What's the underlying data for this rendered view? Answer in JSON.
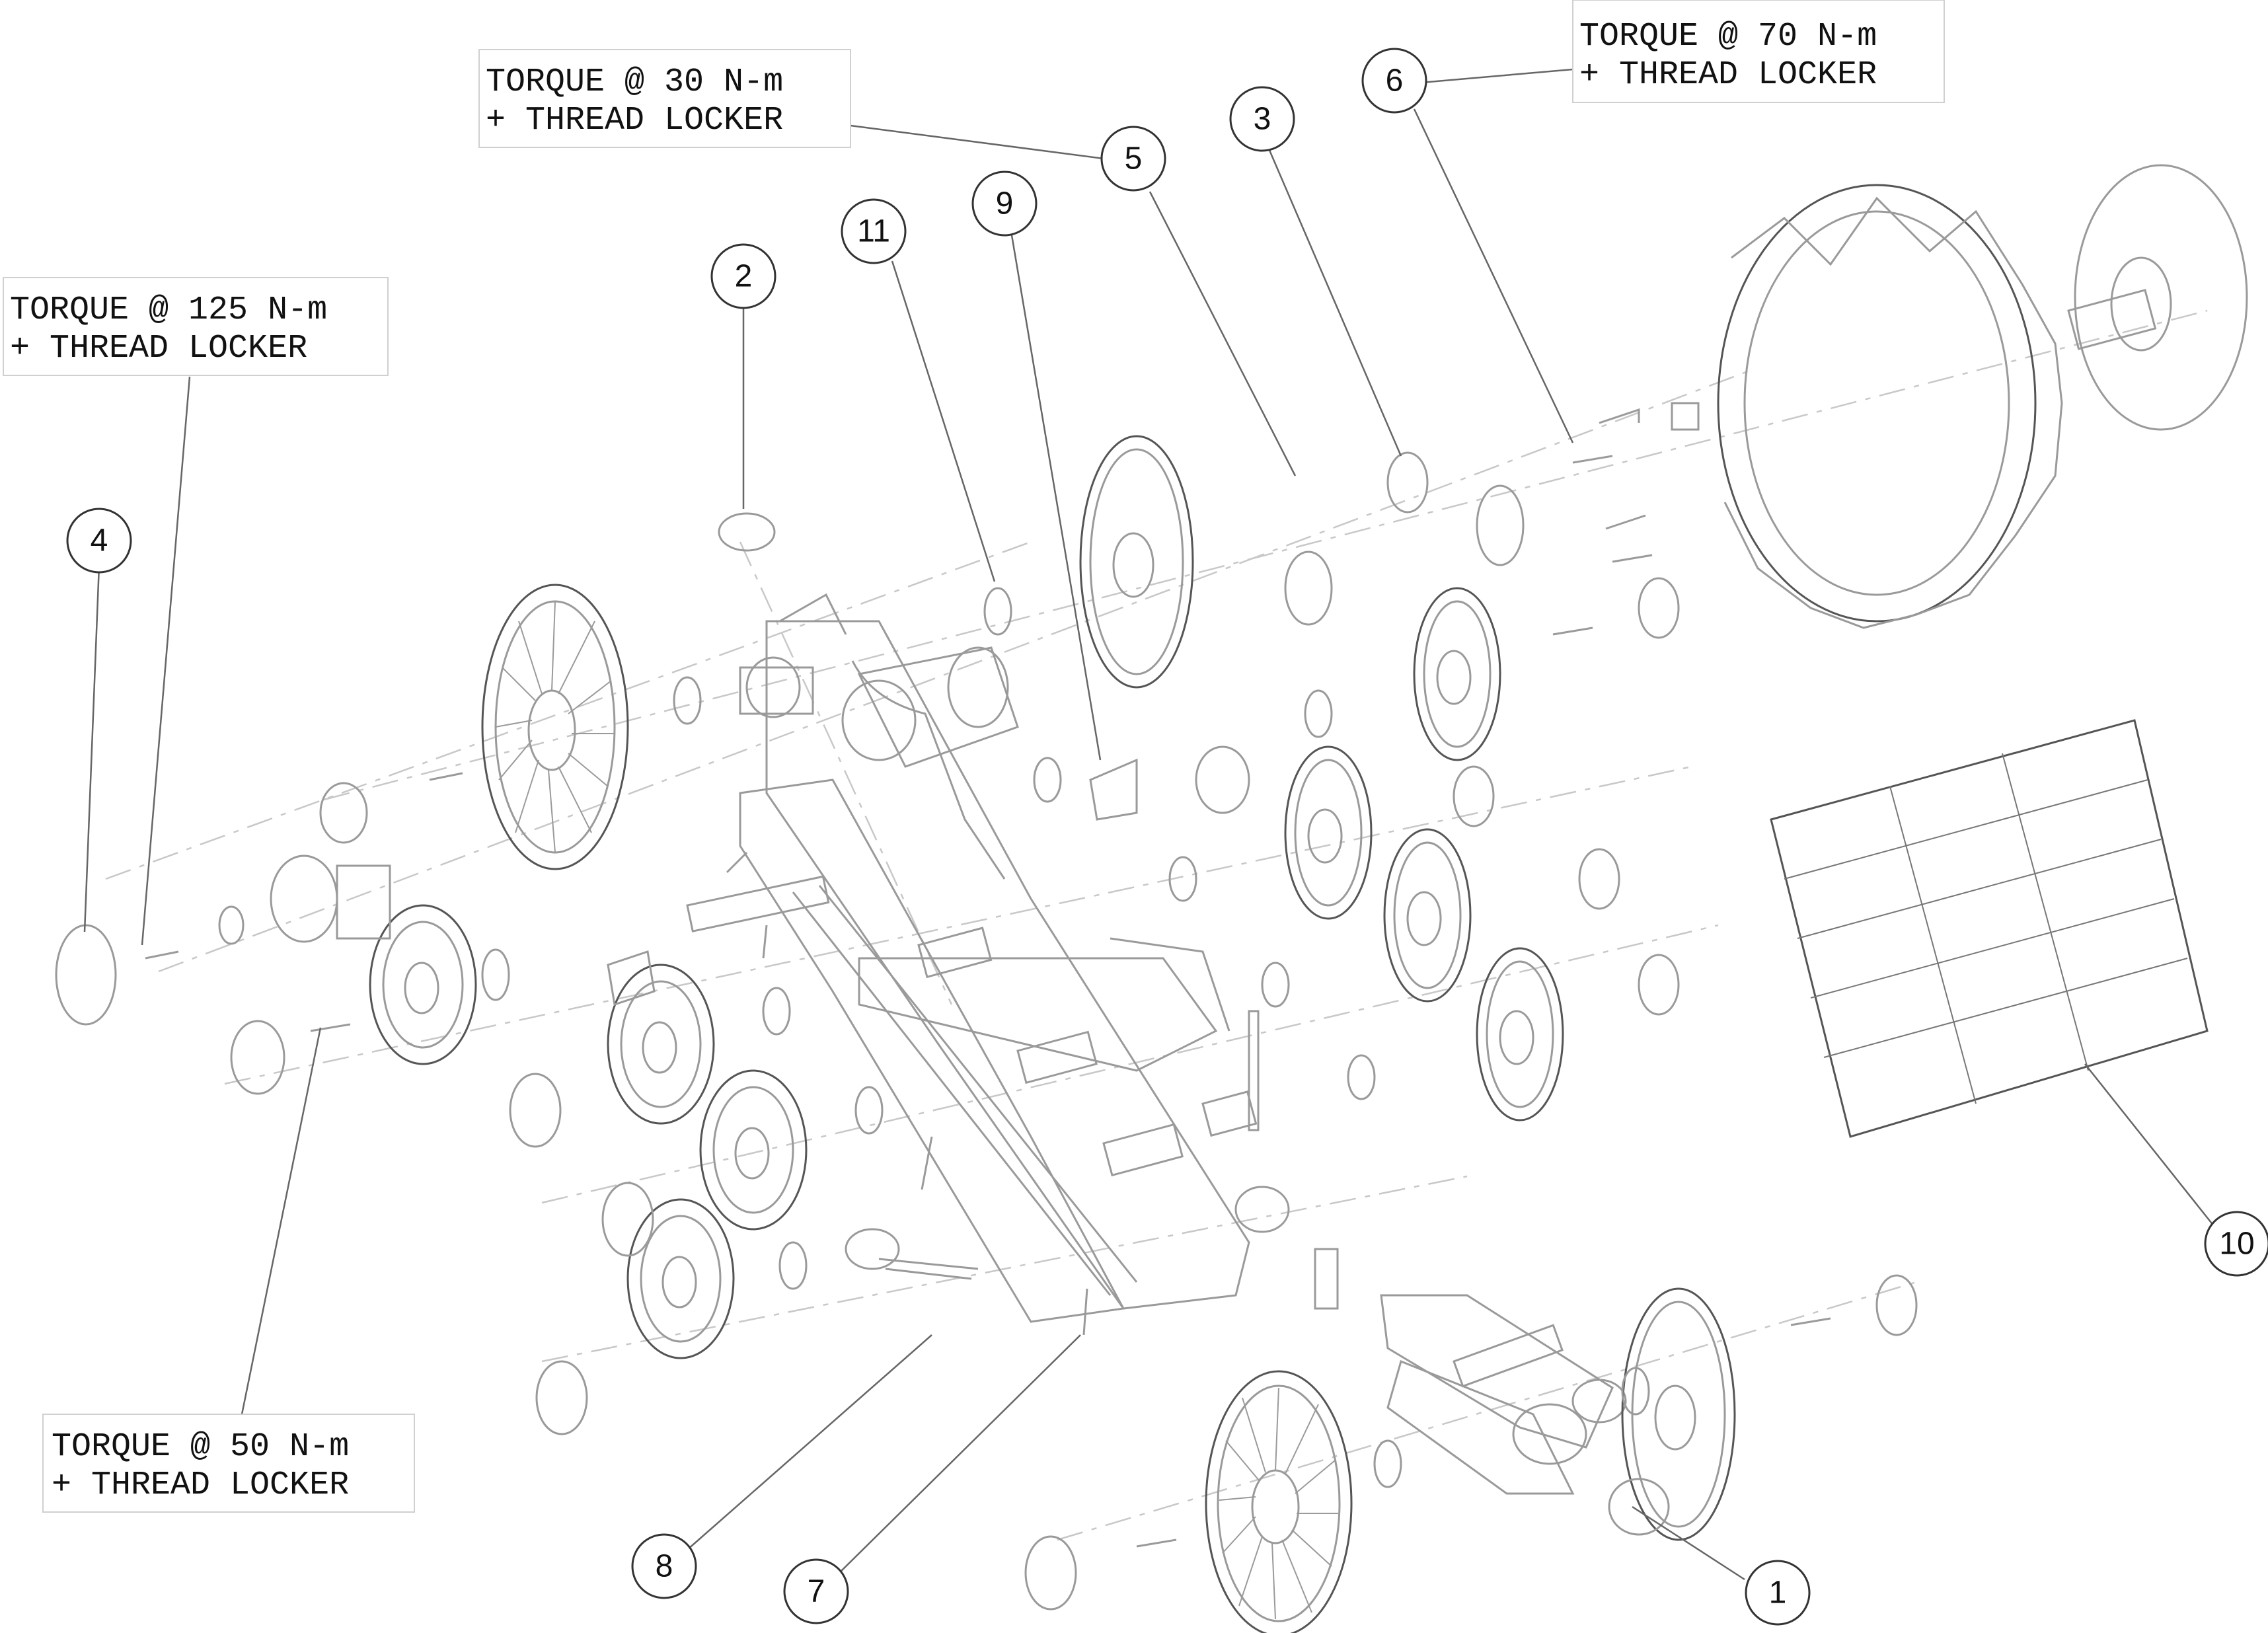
{
  "callouts": [
    {
      "id": "torque-125",
      "line1": "TORQUE @ 125 N-m",
      "line2": "+ THREAD LOCKER"
    },
    {
      "id": "torque-30",
      "line1": "TORQUE @ 30 N-m",
      "line2": "+ THREAD LOCKER"
    },
    {
      "id": "torque-70",
      "line1": "TORQUE @ 70 N-m",
      "line2": "+ THREAD LOCKER"
    },
    {
      "id": "torque-50",
      "line1": "TORQUE @ 50 N-m",
      "line2": "+ THREAD LOCKER"
    }
  ],
  "part_numbers": [
    "1",
    "2",
    "3",
    "4",
    "5",
    "6",
    "7",
    "8",
    "9",
    "10",
    "11"
  ]
}
